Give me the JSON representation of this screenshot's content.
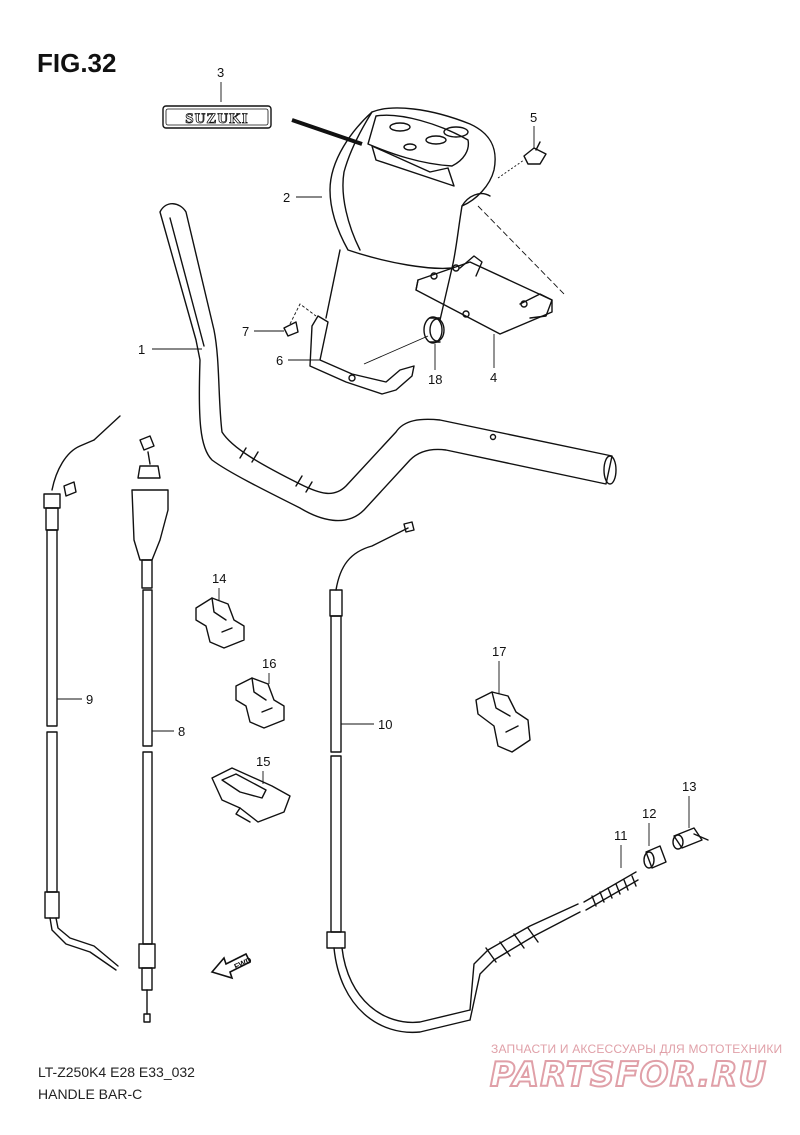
{
  "figure": {
    "title": "FIG.32"
  },
  "footer": {
    "model_code": "LT-Z250K4 E28 E33_032",
    "section_name": "HANDLE BAR-C"
  },
  "emblem": {
    "text": "SUZUKI"
  },
  "fwd_arrow": {
    "text": "FWD"
  },
  "watermark": {
    "tagline": "ЗАПЧАСТИ И АКСЕССУАРЫ ДЛЯ МОТОТЕХНИКИ",
    "logo_text": "PARTSFOR.RU"
  },
  "callouts": [
    {
      "number": "1"
    },
    {
      "number": "2"
    },
    {
      "number": "3"
    },
    {
      "number": "4"
    },
    {
      "number": "5"
    },
    {
      "number": "6"
    },
    {
      "number": "7"
    },
    {
      "number": "8"
    },
    {
      "number": "9"
    },
    {
      "number": "10"
    },
    {
      "number": "11"
    },
    {
      "number": "12"
    },
    {
      "number": "13"
    },
    {
      "number": "14"
    },
    {
      "number": "15"
    },
    {
      "number": "16"
    },
    {
      "number": "17"
    },
    {
      "number": "18"
    }
  ],
  "colors": {
    "line": "#111111",
    "watermark": "#e0a0a8",
    "watermark_logo": "#c8283a"
  }
}
